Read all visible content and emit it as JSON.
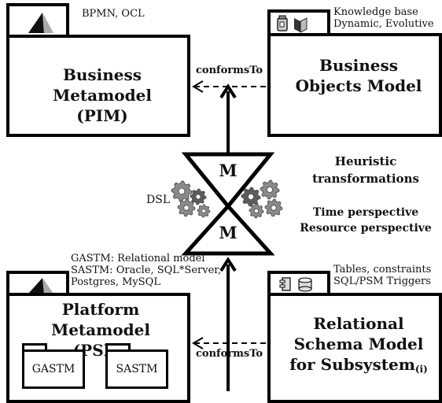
{
  "business_metamodel": {
    "title_line1": "Business",
    "title_line2": "Metamodel",
    "title_line3": "(PIM)",
    "note": "BPMN, OCL",
    "icon": "pyramid-icon"
  },
  "business_objects": {
    "title_line1": "Business",
    "title_line2": "Objects Model",
    "note_line1": "Knowledge base",
    "note_line2": "Dynamic, Evolutive",
    "icons": [
      "jar-icon",
      "book-icon"
    ]
  },
  "platform_metamodel": {
    "title_line1": "Platform",
    "title_line2": "Metamodel (PSM)",
    "note_line1": "GASTM: Relational model",
    "note_line2": "SASTM: Oracle, SQL*Server,",
    "note_line3": "Postgres, MySQL",
    "icon": "pyramid-icon",
    "sub_packages": [
      "GASTM",
      "SASTM"
    ]
  },
  "relational_schema": {
    "title_line1": "Relational",
    "title_line2": "Schema Model",
    "title_line3": "for Subsystem",
    "subscript": "(i)",
    "note_line1": "Tables, constraints",
    "note_line2": "SQL/PSM Triggers",
    "icons": [
      "component-icon",
      "database-icon"
    ]
  },
  "relations": {
    "top": "conformsTo",
    "bottom": "conformsTo"
  },
  "transformation": {
    "m_top": "M",
    "m_bottom": "M",
    "dsl": "DSL",
    "heuristic_line1": "Heuristic",
    "heuristic_line2": "transformations",
    "perspective_line1": "Time perspective",
    "perspective_line2": "Resource perspective"
  },
  "colors": {
    "line": "#000000",
    "gear_gray": "#8a8a8a",
    "gear_dark": "#5c5c5c"
  }
}
